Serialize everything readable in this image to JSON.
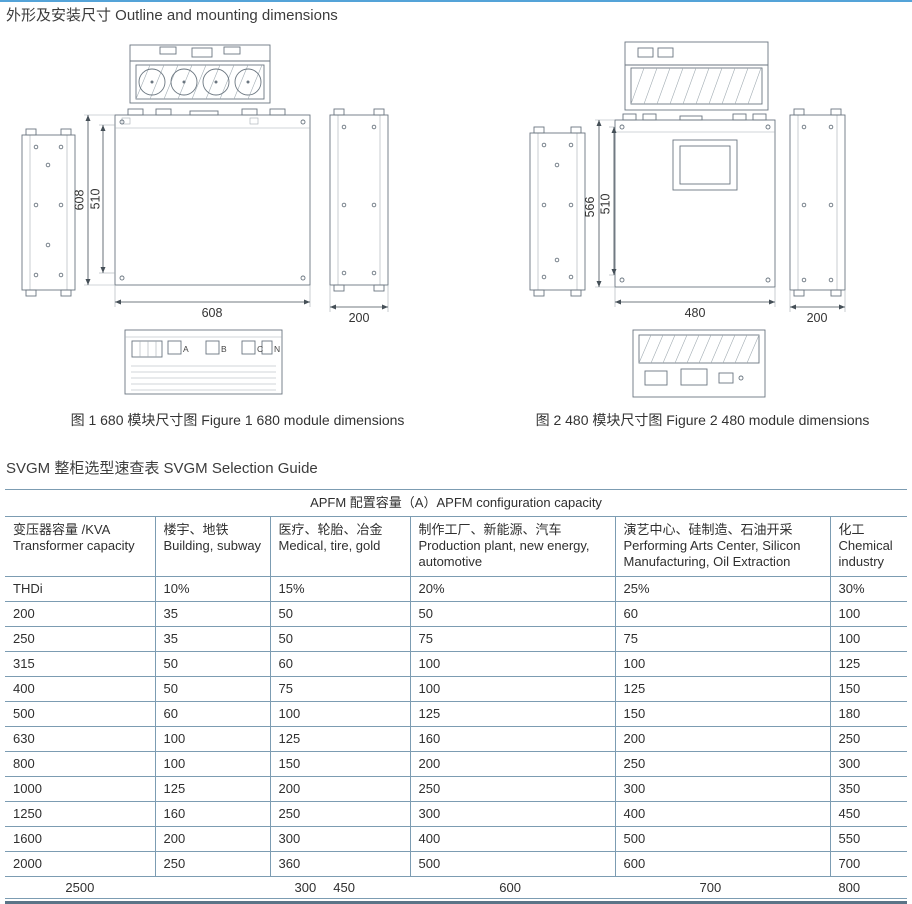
{
  "page": {
    "title": "外形及安装尺寸 Outline and mounting dimensions",
    "section_title": "SVGM 整柜选型速查表 SVGM Selection Guide",
    "accent_color": "#54a3d8"
  },
  "figures": [
    {
      "caption": "图 1  680 模块尺寸图 Figure 1 680 module dimensions",
      "dim_height_outer": "608",
      "dim_height_inner": "510",
      "dim_width": "608",
      "dim_depth": "200",
      "phase_labels": [
        "A",
        "B",
        "C",
        "N"
      ]
    },
    {
      "caption": "图 2 480 模块尺寸图 Figure 2 480 module dimensions",
      "dim_height_outer": "566",
      "dim_height_inner": "510",
      "dim_width": "480",
      "dim_depth": "200"
    }
  ],
  "table": {
    "apfm_header": "APFM 配置容量（A）APFM configuration capacity",
    "columns": [
      {
        "zh": "变压器容量 /KVA",
        "en": "Transformer capacity"
      },
      {
        "zh": "楼宇、地铁",
        "en": "Building, subway"
      },
      {
        "zh": "医疗、轮胎、冶金",
        "en": "Medical, tire, gold"
      },
      {
        "zh": "制作工厂、新能源、汽车",
        "en": "Production plant, new energy, automotive"
      },
      {
        "zh": "演艺中心、硅制造、石油开采",
        "en": "Performing Arts Center, Silicon Manufacturing, Oil Extraction"
      },
      {
        "zh": "化工",
        "en": "Chemical industry"
      }
    ],
    "rows": [
      [
        "THDi",
        "10%",
        "15%",
        "20%",
        "25%",
        "30%"
      ],
      [
        "200",
        "35",
        "50",
        "50",
        "60",
        "100"
      ],
      [
        "250",
        "35",
        "50",
        "75",
        "75",
        "100"
      ],
      [
        "315",
        "50",
        "60",
        "100",
        "100",
        "125"
      ],
      [
        "400",
        "50",
        "75",
        "100",
        "125",
        "150"
      ],
      [
        "500",
        "60",
        "100",
        "125",
        "150",
        "180"
      ],
      [
        "630",
        "100",
        "125",
        "160",
        "200",
        "250"
      ],
      [
        "800",
        "100",
        "150",
        "200",
        "250",
        "300"
      ],
      [
        "1000",
        "125",
        "200",
        "250",
        "300",
        "350"
      ],
      [
        "1250",
        "160",
        "250",
        "300",
        "400",
        "450"
      ],
      [
        "1600",
        "200",
        "300",
        "400",
        "500",
        "550"
      ],
      [
        "2000",
        "250",
        "360",
        "500",
        "600",
        "700"
      ]
    ],
    "footer_row": [
      "2500",
      "300",
      "450",
      "600",
      "700",
      "800"
    ]
  }
}
